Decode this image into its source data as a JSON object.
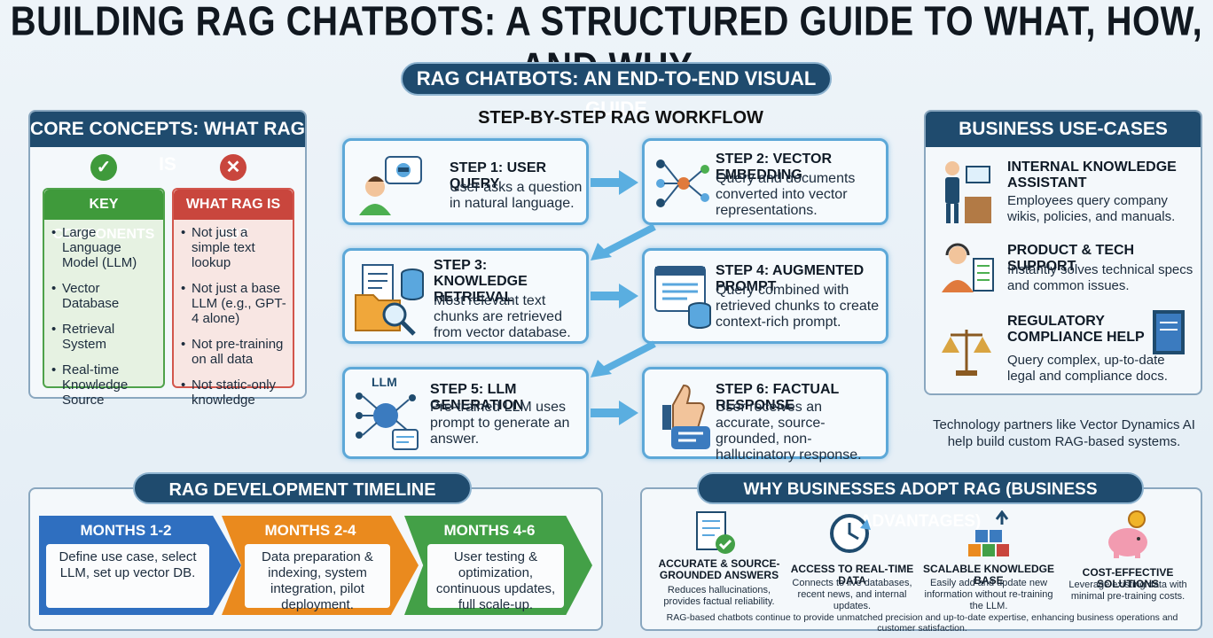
{
  "title": "BUILDING RAG CHATBOTS: A STRUCTURED GUIDE TO WHAT, HOW, AND WHY",
  "subtitle": "RAG CHATBOTS: AN END-TO-END VISUAL GUIDE",
  "core": {
    "heading": "CORE CONCEPTS: WHAT RAG IS",
    "check_icon": "check-icon",
    "cross_icon": "cross-icon",
    "components_title": "KEY COMPONENTS",
    "components": [
      "Large Language Model (LLM)",
      "Vector Database",
      "Retrieval System",
      "Real-time Knowledge Source"
    ],
    "not_title": "WHAT RAG IS NOT",
    "not_items": [
      "Not just a simple text lookup",
      "Not just a base LLM (e.g., GPT-4 alone)",
      "Not pre-training on all data",
      "Not static-only knowledge"
    ],
    "colors": {
      "green": "#3f9a3b",
      "red": "#c9463d"
    }
  },
  "workflow": {
    "title": "STEP-BY-STEP RAG WORKFLOW",
    "steps": [
      {
        "heading": "STEP 1: USER QUERY",
        "desc": "User asks a question in natural language.",
        "icon": "user-chat-icon"
      },
      {
        "heading": "STEP 2: VECTOR EMBEDDING",
        "desc": "Query and documents converted into vector representations.",
        "icon": "vector-nodes-icon"
      },
      {
        "heading": "STEP 3: KNOWLEDGE RETRIEVAL",
        "desc": "Most relevant text chunks are retrieved from vector database.",
        "icon": "database-search-icon"
      },
      {
        "heading": "STEP 4: AUGMENTED PROMPT",
        "desc": "Query combined with retrieved chunks to create context-rich prompt.",
        "icon": "prompt-window-icon"
      },
      {
        "heading": "STEP 5: LLM GENERATION",
        "desc": "Pre-trained LLM uses prompt to generate an answer.",
        "icon": "llm-brain-icon",
        "icon_label": "LLM"
      },
      {
        "heading": "STEP 6: FACTUAL RESPONSE",
        "desc": "User receives an accurate, source-grounded, non-hallucinatory response.",
        "icon": "thumbs-up-chat-icon"
      }
    ]
  },
  "business": {
    "heading": "BUSINESS USE-CASES",
    "cases": [
      {
        "title": "INTERNAL KNOWLEDGE ASSISTANT",
        "desc": "Employees query company wikis, policies, and manuals.",
        "icon": "presenter-icon"
      },
      {
        "title": "PRODUCT & TECH SUPPORT",
        "desc": "Instantly solves technical specs and common issues.",
        "icon": "support-agent-icon"
      },
      {
        "title": "REGULATORY COMPLIANCE HELP",
        "desc": "Query complex, up-to-date legal and compliance docs.",
        "icon": "scales-icon"
      }
    ],
    "note": "Technology partners like Vector Dynamics AI help build custom RAG-based systems."
  },
  "timeline": {
    "heading": "RAG DEVELOPMENT TIMELINE",
    "phases": [
      {
        "label": "MONTHS 1-2",
        "desc": "Define use case, select LLM, set up vector DB.",
        "color": "#2f6fc0"
      },
      {
        "label": "MONTHS 2-4",
        "desc": "Data preparation & indexing, system integration, pilot deployment.",
        "color": "#ea8a1e"
      },
      {
        "label": "MONTHS 4-6",
        "desc": "User testing & optimization, continuous updates, full scale-up.",
        "color": "#43a047"
      }
    ]
  },
  "advantages": {
    "heading": "WHY BUSINESSES ADOPT RAG (BUSINESS ADVANTAGES)",
    "items": [
      {
        "title": "ACCURATE & SOURCE-GROUNDED ANSWERS",
        "desc": "Reduces hallucinations, provides factual reliability.",
        "icon": "document-check-icon"
      },
      {
        "title": "ACCESS TO REAL-TIME DATA",
        "desc": "Connects to live databases, recent news, and internal updates.",
        "icon": "clock-refresh-icon"
      },
      {
        "title": "SCALABLE KNOWLEDGE BASE",
        "desc": "Easily add and update new information without re-training the LLM.",
        "icon": "stacked-blocks-icon"
      },
      {
        "title": "COST-EFFECTIVE SOLUTIONS",
        "desc": "Leverage existing data with minimal pre-training costs.",
        "icon": "piggy-bank-icon"
      }
    ],
    "footer": "RAG-based chatbots continue to provide unmatched precision and up-to-date expertise, enhancing business operations and customer satisfaction."
  }
}
